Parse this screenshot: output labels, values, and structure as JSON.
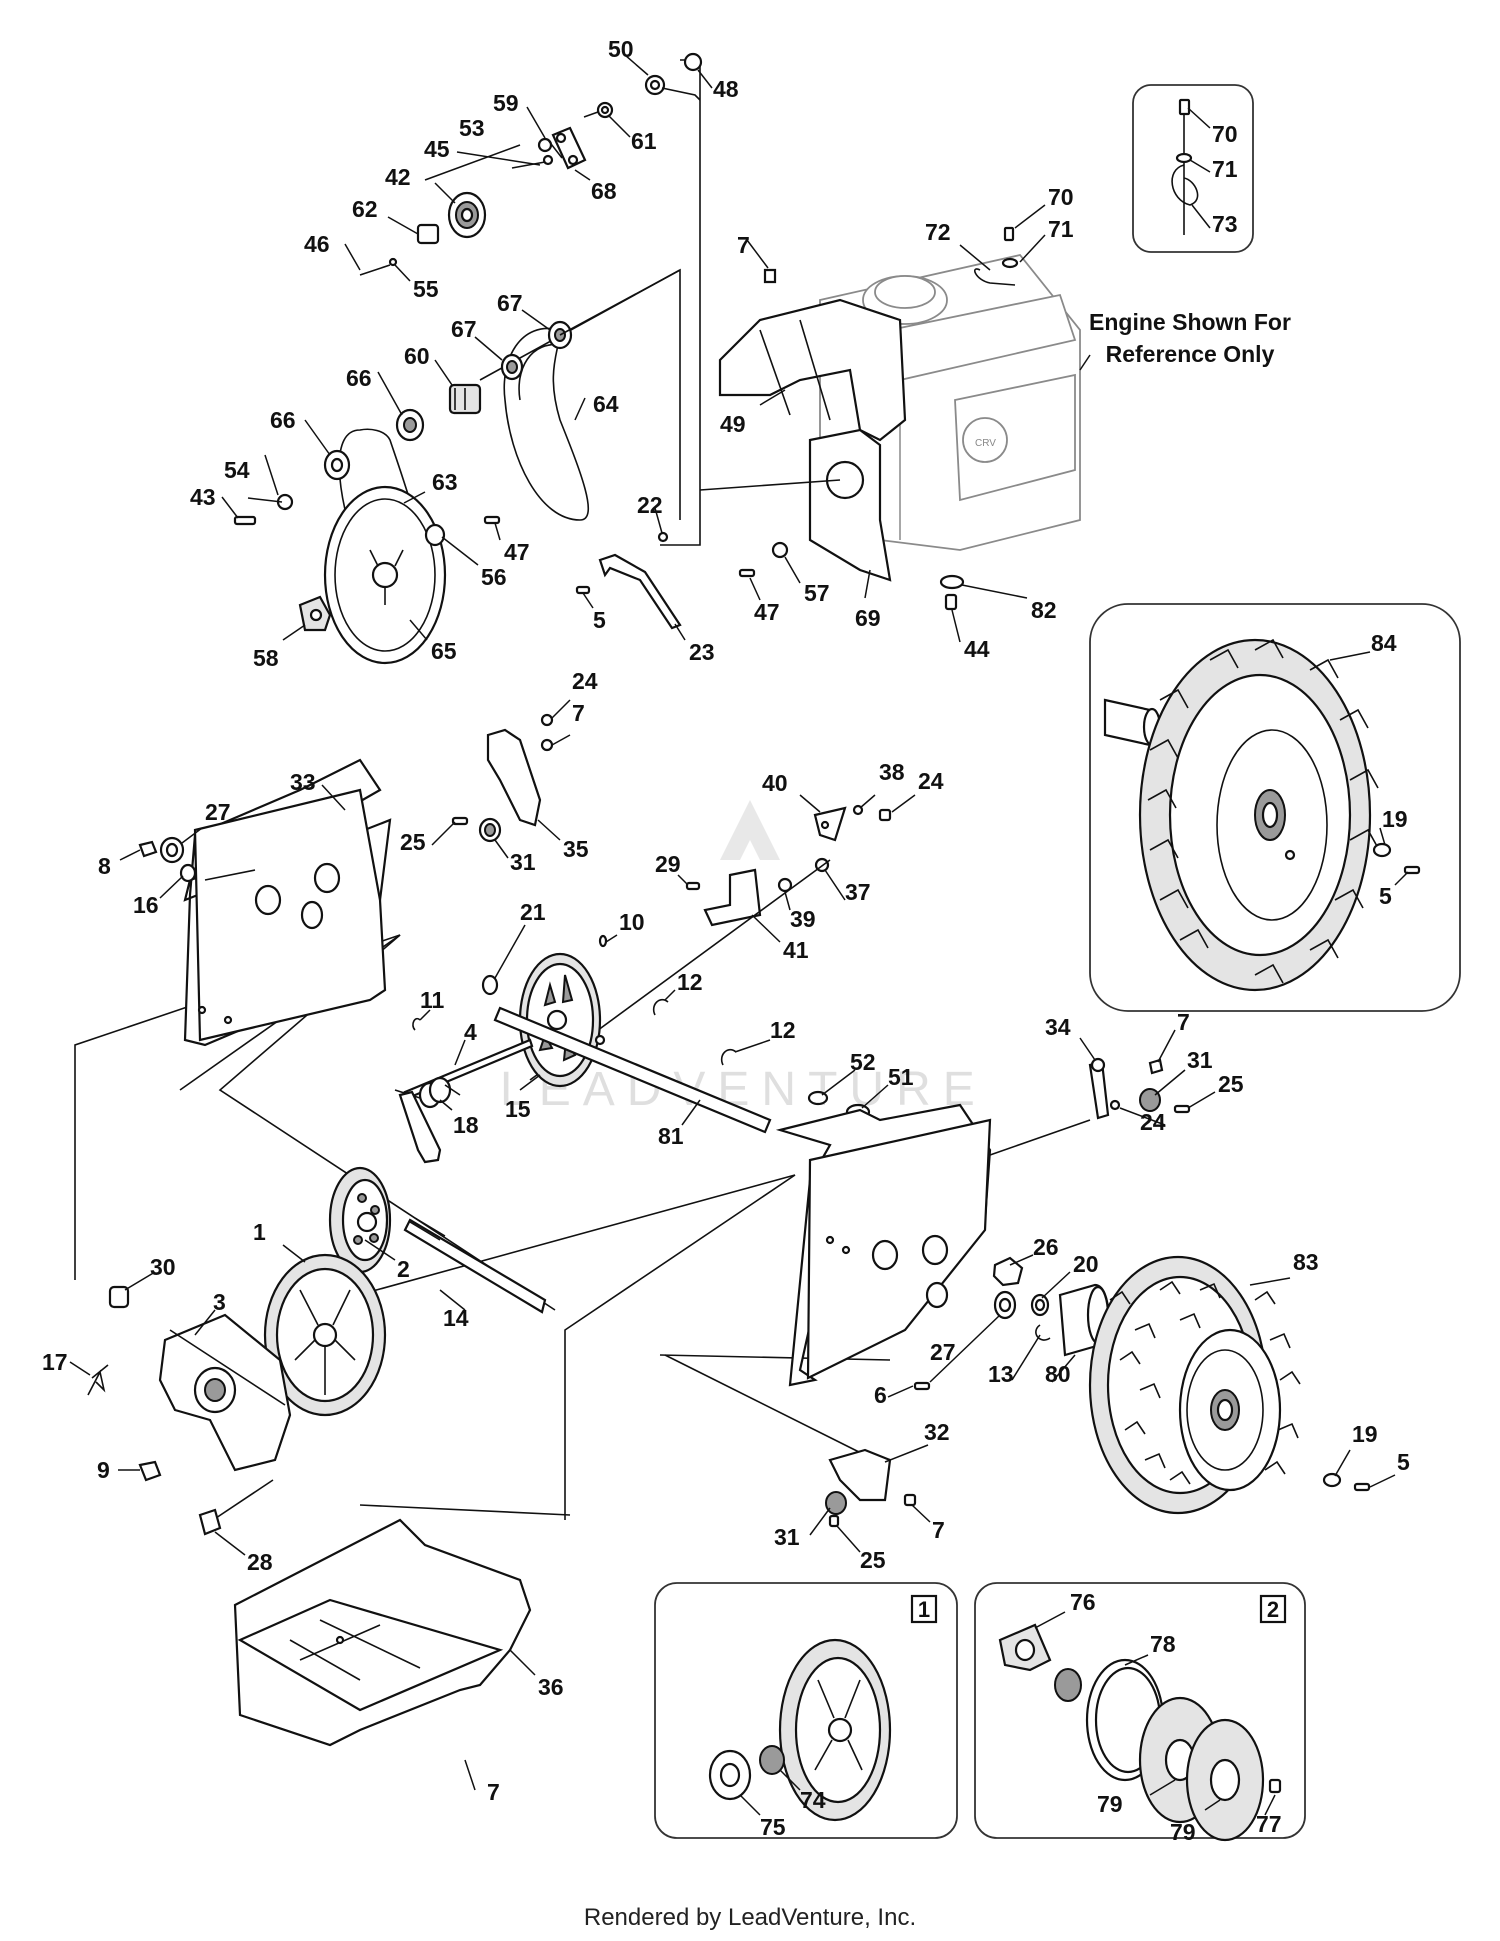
{
  "note": {
    "line1": "Engine Shown For",
    "line2": "Reference Only"
  },
  "footer": "Rendered by LeadVenture, Inc.",
  "watermark": "LEADVENTURE",
  "inset_labels": {
    "inset_1": "1",
    "inset_2": "2"
  },
  "callouts": {
    "c1": "1",
    "c2": "2",
    "c3": "3",
    "c4": "4",
    "c5a": "5",
    "c5b": "5",
    "c5c": "5",
    "c6": "6",
    "c7a": "7",
    "c7b": "7",
    "c7c": "7",
    "c7d": "7",
    "c7e": "7",
    "c8": "8",
    "c9": "9",
    "c10": "10",
    "c11": "11",
    "c12a": "12",
    "c12b": "12",
    "c13": "13",
    "c14": "14",
    "c15": "15",
    "c16": "16",
    "c17": "17",
    "c18": "18",
    "c19a": "19",
    "c19b": "19",
    "c20": "20",
    "c21": "21",
    "c22": "22",
    "c23": "23",
    "c24a": "24",
    "c24b": "24",
    "c24c": "24",
    "c25a": "25",
    "c25b": "25",
    "c25c": "25",
    "c26": "26",
    "c27a": "27",
    "c27b": "27",
    "c28": "28",
    "c29": "29",
    "c30": "30",
    "c31a": "31",
    "c31b": "31",
    "c31c": "31",
    "c32": "32",
    "c33": "33",
    "c34": "34",
    "c35": "35",
    "c36": "36",
    "c37": "37",
    "c38": "38",
    "c39": "39",
    "c40": "40",
    "c41": "41",
    "c42": "42",
    "c43": "43",
    "c44": "44",
    "c45": "45",
    "c46": "46",
    "c47a": "47",
    "c47b": "47",
    "c48": "48",
    "c49": "49",
    "c50": "50",
    "c51": "51",
    "c52": "52",
    "c53": "53",
    "c54": "54",
    "c55": "55",
    "c56": "56",
    "c57": "57",
    "c58": "58",
    "c59": "59",
    "c60": "60",
    "c61": "61",
    "c62": "62",
    "c63": "63",
    "c64": "64",
    "c65": "65",
    "c66a": "66",
    "c66b": "66",
    "c67a": "67",
    "c67b": "67",
    "c68": "68",
    "c69": "69",
    "c70a": "70",
    "c70b": "70",
    "c71a": "71",
    "c71b": "71",
    "c72": "72",
    "c73": "73",
    "c74": "74",
    "c75": "75",
    "c76": "76",
    "c77": "77",
    "c78": "78",
    "c79a": "79",
    "c79b": "79",
    "c80": "80",
    "c81": "81",
    "c82": "82",
    "c83": "83",
    "c84": "84"
  }
}
